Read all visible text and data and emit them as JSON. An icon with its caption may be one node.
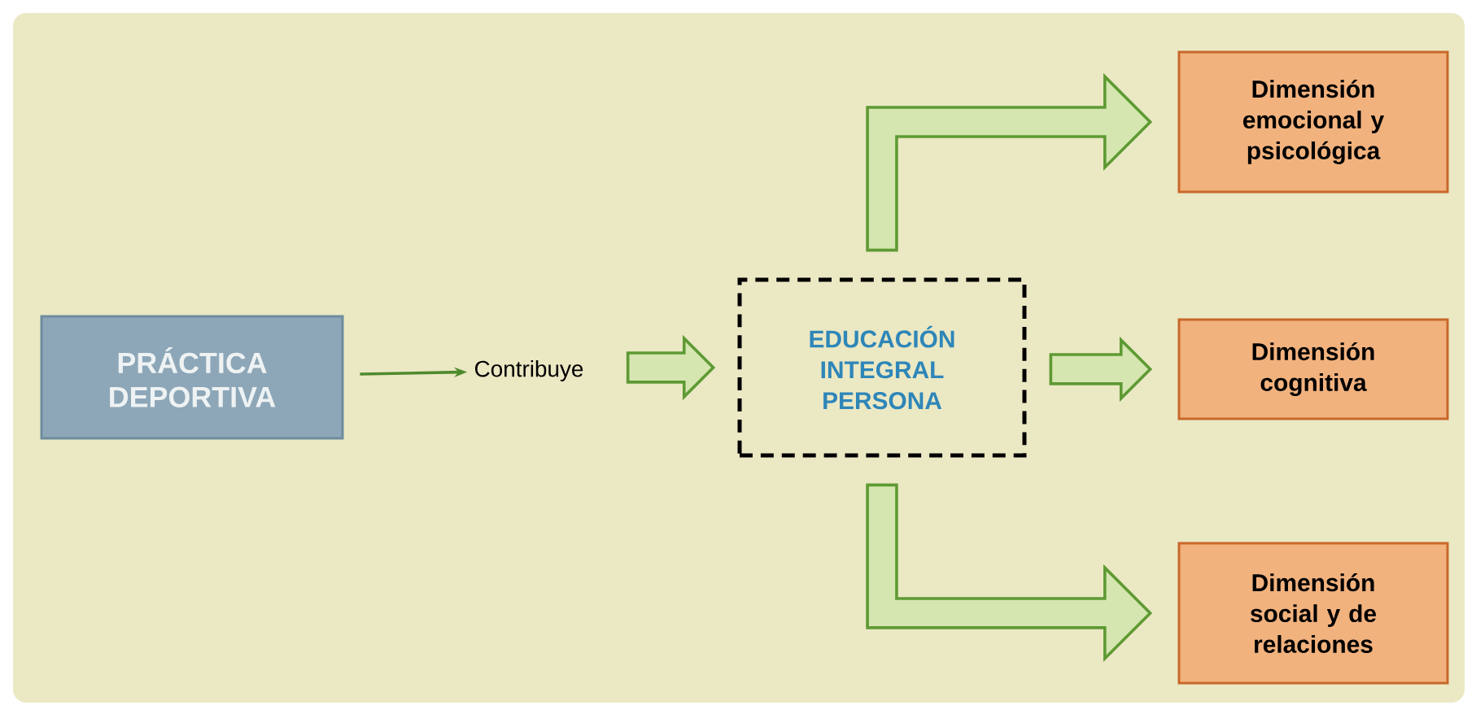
{
  "diagram": {
    "nodes": [
      {
        "text": [
          "PRÁCTICA DEPORTIVA"
        ]
      },
      {
        "text": [
          "Contribuye"
        ]
      },
      {
        "text": [
          "EDUCACIÓN INTEGRAL PERSONA"
        ]
      },
      {
        "text": [
          "Dimensión emocional y psicológica"
        ]
      },
      {
        "text": [
          "Dimensión cognitiva"
        ]
      },
      {
        "text": [
          "Dimensión social y de relaciones"
        ]
      }
    ],
    "edges": [
      {
        "from": 0,
        "to": 1,
        "arrow": "to",
        "color": "#4e8a2c"
      },
      {
        "from": 1,
        "to": 2,
        "arrow": "to"
      },
      {
        "from": 2,
        "to": 3,
        "arrow": "to"
      },
      {
        "from": 2,
        "to": 4,
        "arrow": "to"
      },
      {
        "from": 2,
        "to": 5,
        "arrow": "to"
      }
    ]
  }
}
